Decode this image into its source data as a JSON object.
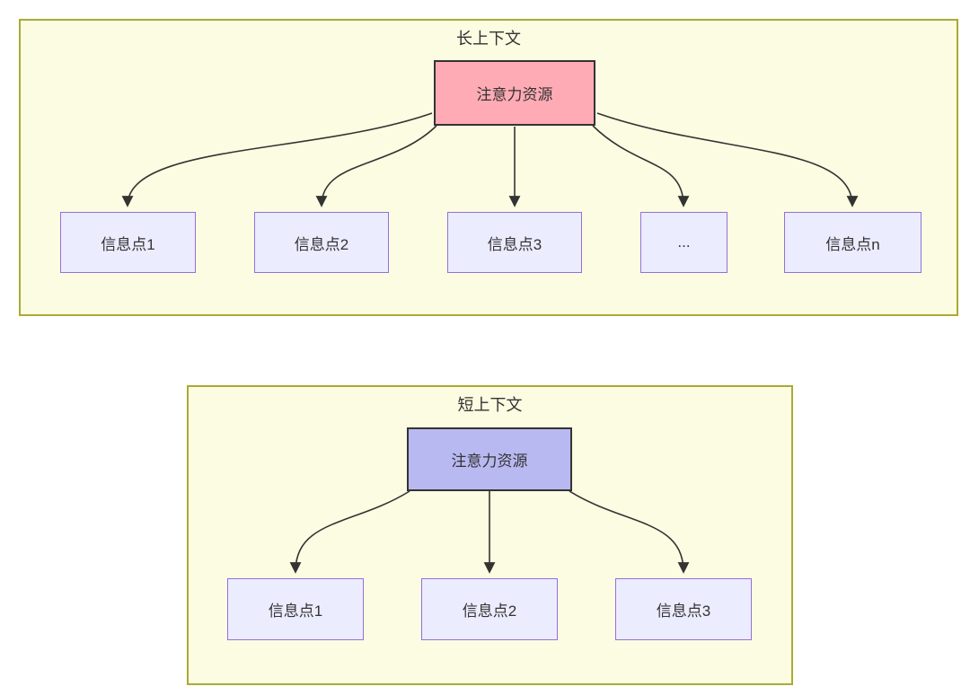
{
  "colors": {
    "page_bg": "#ffffff",
    "panel_fill": "#fcfce2",
    "panel_border": "#aaaa33",
    "attention_long_fill": "#ffabb5",
    "attention_short_fill": "#b9b9f2",
    "attention_border": "#333333",
    "info_fill": "#ececff",
    "info_border": "#9370db",
    "edge": "#333333",
    "text": "#333333"
  },
  "panels": [
    {
      "title": "长上下文",
      "attention_label": "注意力资源",
      "info_nodes": [
        {
          "label": "信息点1"
        },
        {
          "label": "信息点2"
        },
        {
          "label": "信息点3"
        },
        {
          "label": "..."
        },
        {
          "label": "信息点n"
        }
      ]
    },
    {
      "title": "短上下文",
      "attention_label": "注意力资源",
      "info_nodes": [
        {
          "label": "信息点1"
        },
        {
          "label": "信息点2"
        },
        {
          "label": "信息点3"
        }
      ]
    }
  ]
}
